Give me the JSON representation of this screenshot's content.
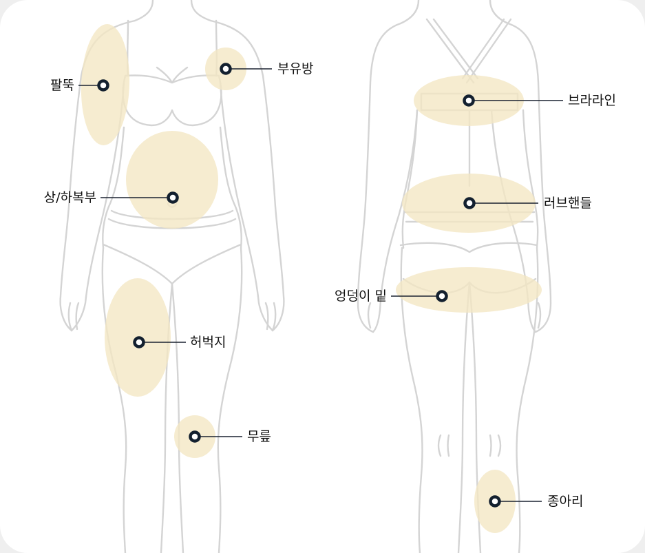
{
  "front": {
    "arm": "팔뚝",
    "breast": "부유방",
    "abdomen": "상/하복부",
    "thigh": "허벅지",
    "knee": "무릎"
  },
  "back": {
    "bra_line": "브라라인",
    "love_handles": "러브핸들",
    "under_buttock": "엉덩이 밑",
    "calf": "종아리"
  },
  "colors": {
    "zone": "#f3e7c3",
    "marker": "#13202f",
    "outline": "#d4d4d4"
  }
}
